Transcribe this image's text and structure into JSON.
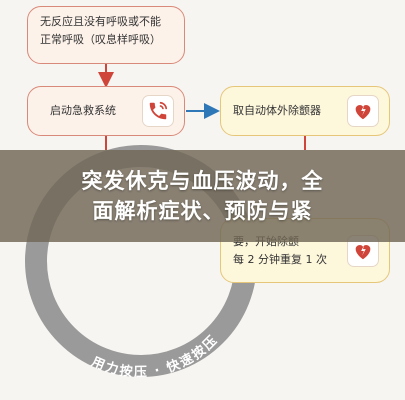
{
  "flow": {
    "step1": {
      "line1": "无反应且没有呼吸或不能",
      "line2": "正常呼吸（叹息样呼吸）"
    },
    "step2": {
      "label": "启动急救系统",
      "icon": "phone-icon"
    },
    "step3": {
      "label": "取自动体外除颤器",
      "icon": "aed-heart-icon"
    },
    "step4": {
      "line1": "要，开始除颤",
      "line2": "每 2 分钟重复 1 次",
      "icon": "aed-heart-icon"
    },
    "ring": {
      "bottom_text": "用力按压 · 快速按压"
    }
  },
  "banner": {
    "line1": "突发休克与血压波动，全",
    "line2": "面解析症状、预防与紧"
  },
  "colors": {
    "box_border": "#d98979",
    "box_fill": "#fdf2ea",
    "yellow_fill": "#fdf7dc",
    "arrow_red": "#d0453a",
    "arrow_blue": "#2f78b7",
    "ring_grey": "#9a9a9a"
  }
}
